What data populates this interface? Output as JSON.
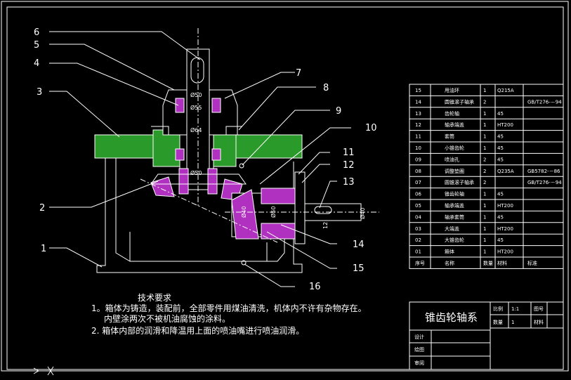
{
  "callouts": [
    "6",
    "5",
    "4",
    "3",
    "2",
    "1",
    "7",
    "8",
    "9",
    "10",
    "11",
    "12",
    "13",
    "14",
    "15",
    "16"
  ],
  "dimensions": {
    "d50_top": "Ø50",
    "d55": "Ø55",
    "d64": "Ø64",
    "d50_mid": "Ø50",
    "d40_gear": "Ø40",
    "d50_shaft": "Ø50",
    "d40_end": "Ø40",
    "len12": "12"
  },
  "tech_requirements": {
    "title": "技术要求",
    "line1": "1。箱体为铸造，装配前，全部零件用煤油清洗，机体内不许有杂物存在。",
    "line2": "内壁涂两次不被机油腐蚀的涂料。",
    "line3": "2. 箱体内部的润滑和降温用上面的喷油嘴进行喷油润滑。"
  },
  "parts_list": [
    {
      "no": "15",
      "name": "甩油环",
      "qty": "1",
      "mat": "Q215A",
      "std": ""
    },
    {
      "no": "14",
      "name": "圆锥滚子轴承",
      "qty": "2",
      "mat": "",
      "std": "GB/T276-－94"
    },
    {
      "no": "13",
      "name": "齿轮轴",
      "qty": "1",
      "mat": "45",
      "std": ""
    },
    {
      "no": "12",
      "name": "轴承端盖",
      "qty": "1",
      "mat": "HT200",
      "std": ""
    },
    {
      "no": "11",
      "name": "套筒",
      "qty": "1",
      "mat": "45",
      "std": ""
    },
    {
      "no": "10",
      "name": "小锥齿轮",
      "qty": "1",
      "mat": "45",
      "std": ""
    },
    {
      "no": "09",
      "name": "喷油孔",
      "qty": "2",
      "mat": "45",
      "std": ""
    },
    {
      "no": "08",
      "name": "调整垫圈",
      "qty": "2",
      "mat": "Q235A",
      "std": "GB5782-－86"
    },
    {
      "no": "07",
      "name": "圆锥滚子轴承",
      "qty": "2",
      "mat": "",
      "std": "GB/T276-－94"
    },
    {
      "no": "06",
      "name": "锥齿轮轴",
      "qty": "1",
      "mat": "45",
      "std": ""
    },
    {
      "no": "05",
      "name": "轴承端盖",
      "qty": "1",
      "mat": "HT200",
      "std": ""
    },
    {
      "no": "04",
      "name": "轴承套筒",
      "qty": "1",
      "mat": "45",
      "std": ""
    },
    {
      "no": "03",
      "name": "大端盖",
      "qty": "1",
      "mat": "HT200",
      "std": ""
    },
    {
      "no": "02",
      "name": "大锥齿轮",
      "qty": "1",
      "mat": "45",
      "std": ""
    },
    {
      "no": "01",
      "name": "箱体",
      "qty": "1",
      "mat": "HT200",
      "std": ""
    }
  ],
  "parts_header": {
    "no": "序号",
    "name": "名称",
    "qty": "数量",
    "mat": "材料",
    "std": "标准"
  },
  "title_block": {
    "title": "锥齿轮轴系",
    "scale_label": "比例",
    "scale_value": "1:1",
    "drawing_no_label": "图号",
    "qty_label": "数量",
    "qty_value": "1",
    "material_label": "材料",
    "design_label": "设计",
    "draw_label": "绘图",
    "review_label": "审阅"
  },
  "colors": {
    "hatch_green": "#2a9a2a",
    "bearing_magenta": "#b030c0",
    "line_white": "#ffffff",
    "centerline": "#ffffff"
  }
}
